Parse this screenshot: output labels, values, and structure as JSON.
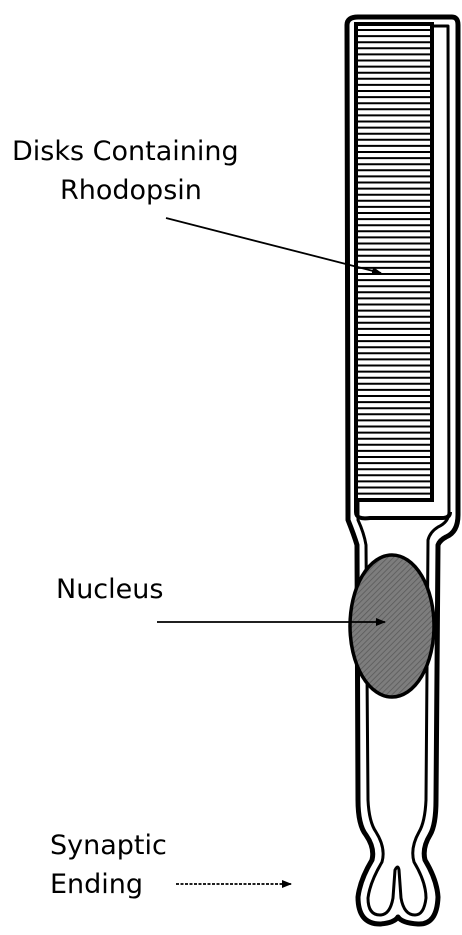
{
  "diagram": {
    "labels": {
      "disks_line1": "Disks Containing",
      "disks_line2": "Rhodopsin",
      "nucleus": "Nucleus",
      "synaptic_line1": "Synaptic",
      "synaptic_line2": "Ending"
    },
    "colors": {
      "outline": "#000000",
      "background": "#ffffff",
      "nucleus_fill": "#7a7a7a"
    }
  }
}
